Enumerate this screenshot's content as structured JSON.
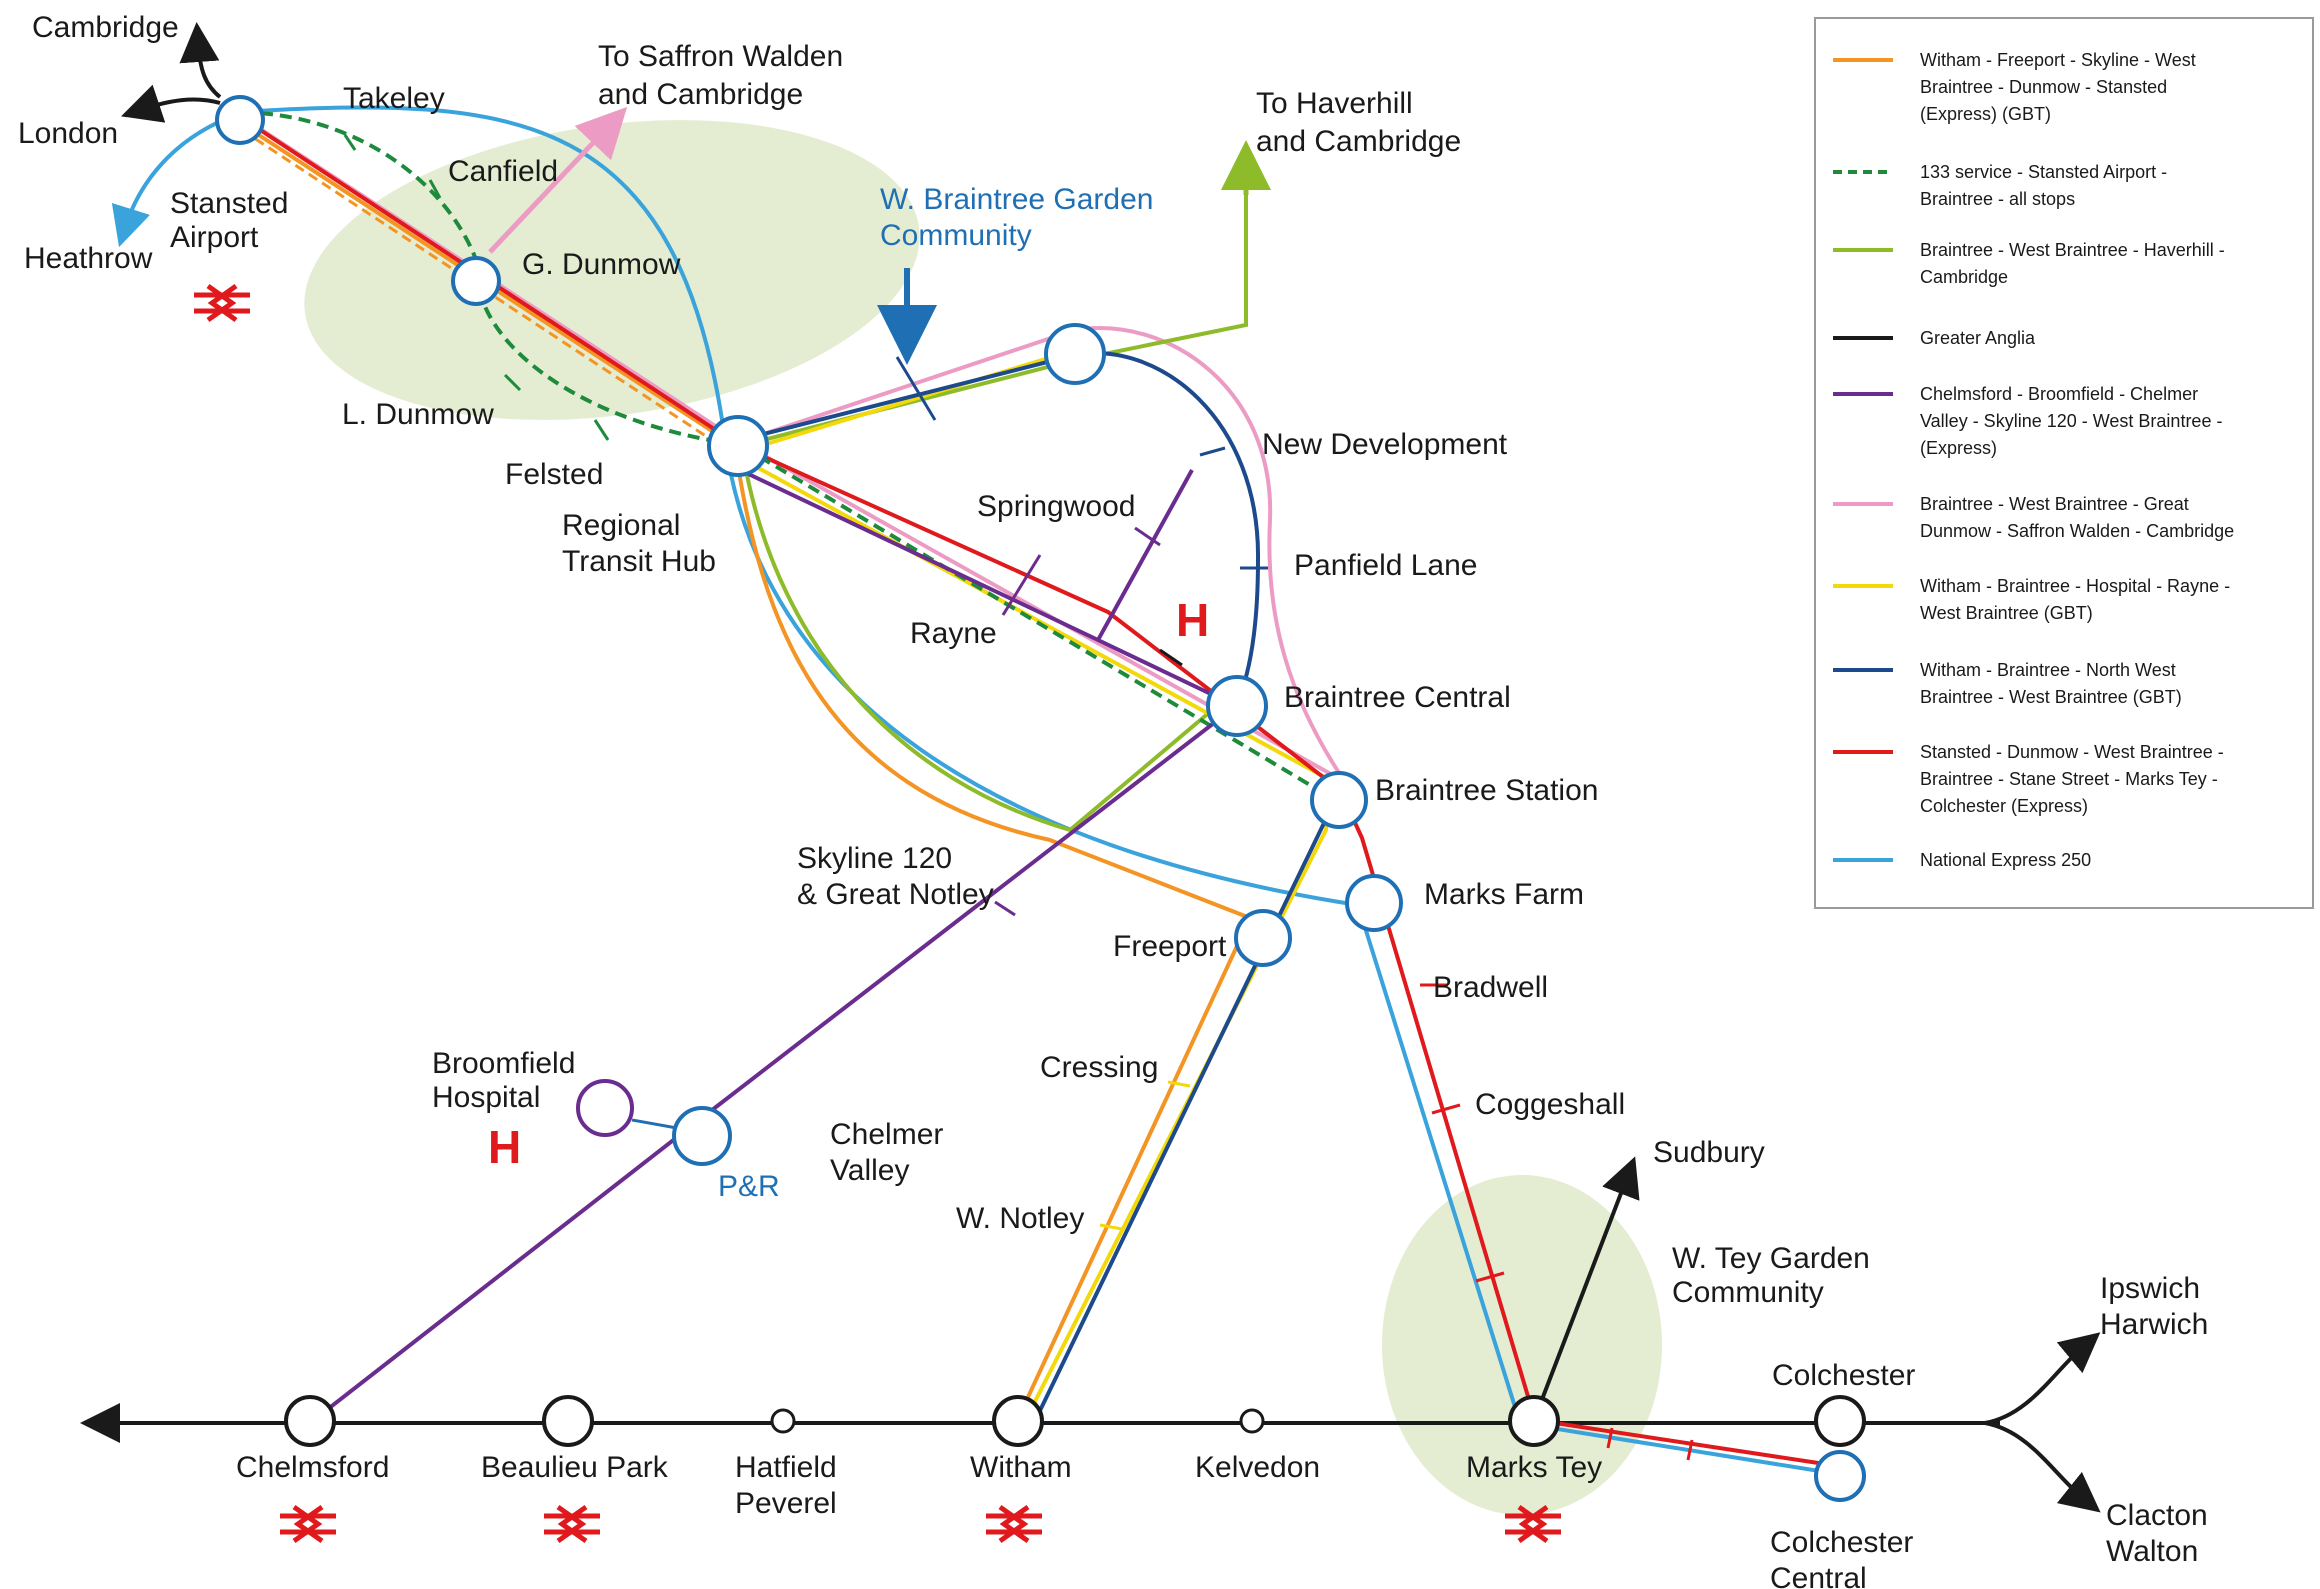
{
  "colors": {
    "orange": "#f39423",
    "dark_green": "#1e8a3c",
    "light_green": "#8dbb2a",
    "black": "#1a1a1a",
    "purple": "#6a2c8e",
    "pink": "#ec9cc4",
    "yellow": "#f3d80a",
    "navy": "#1c4a8c",
    "red": "#e0191d",
    "light_blue": "#3aa3dc",
    "station_outline": "#1f6fb5",
    "garden_area": "#e4ecd1",
    "rail_icon": "#e0191d"
  },
  "stations": {
    "stansted": "Stansted\nAirport",
    "takeley": "Takeley",
    "canfield": "Canfield",
    "g_dunmow": "G. Dunmow",
    "l_dunmow": "L. Dunmow",
    "felsted": "Felsted",
    "regional_hub": "Regional\nTransit Hub",
    "springwood": "Springwood",
    "rayne": "Rayne",
    "new_development": "New Development",
    "panfield_lane": "Panfield Lane",
    "braintree_central": "Braintree Central",
    "braintree_station": "Braintree Station",
    "marks_farm": "Marks Farm",
    "freeport": "Freeport",
    "bradwell": "Bradwell",
    "coggeshall": "Coggeshall",
    "skyline": "Skyline 120\n& Great Notley",
    "broomfield": "Broomfield\nHospital",
    "pr": "P&R",
    "chelmer_valley": "Chelmer\nValley",
    "cressing": "Cressing",
    "w_notley": "W. Notley",
    "chelmsford": "Chelmsford",
    "beaulieu": "Beaulieu Park",
    "hatfield": "Hatfield\nPeverel",
    "witham": "Witham",
    "kelvedon": "Kelvedon",
    "marks_tey": "Marks Tey",
    "colchester": "Colchester",
    "colchester_central": "Colchester\nCentral",
    "w_tey": "W. Tey Garden\nCommunity",
    "w_braintree": "W. Braintree Garden\nCommunity"
  },
  "destinations": {
    "cambridge": "Cambridge",
    "london": "London",
    "heathrow": "Heathrow",
    "saffron": "To Saffron Walden\nand Cambridge",
    "haverhill": "To Haverhill\nand Cambridge",
    "sudbury": "Sudbury",
    "ipswich": "Ipswich\nHarwich",
    "clacton": "Clacton\nWalton"
  },
  "hospital_marker": "H",
  "legend": [
    {
      "color": "#f39423",
      "dashed": false,
      "text": "Witham - Freeport - Skyline - West\nBraintree - Dunmow - Stansted\n(Express) (GBT)"
    },
    {
      "color": "#1e8a3c",
      "dashed": true,
      "text": "133 service - Stansted Airport -\nBraintree - all stops"
    },
    {
      "color": "#8dbb2a",
      "dashed": false,
      "text": "Braintree - West Braintree - Haverhill -\nCambridge"
    },
    {
      "color": "#1a1a1a",
      "dashed": false,
      "text": "Greater Anglia"
    },
    {
      "color": "#6a2c8e",
      "dashed": false,
      "text": "Chelmsford - Broomfield - Chelmer\nValley - Skyline 120 - West Braintree -\n(Express)"
    },
    {
      "color": "#ec9cc4",
      "dashed": false,
      "text": "Braintree - West Braintree - Great\nDunmow - Saffron Walden - Cambridge"
    },
    {
      "color": "#f3d80a",
      "dashed": false,
      "text": "Witham - Braintree - Hospital - Rayne -\nWest Braintree (GBT)"
    },
    {
      "color": "#1c4a8c",
      "dashed": false,
      "text": "Witham - Braintree - North West\nBraintree - West Braintree (GBT)"
    },
    {
      "color": "#e0191d",
      "dashed": false,
      "text": "Stansted - Dunmow - West Braintree -\nBraintree - Stane Street - Marks Tey -\nColchester (Express)"
    },
    {
      "color": "#3aa3dc",
      "dashed": false,
      "text": "National Express 250"
    }
  ]
}
